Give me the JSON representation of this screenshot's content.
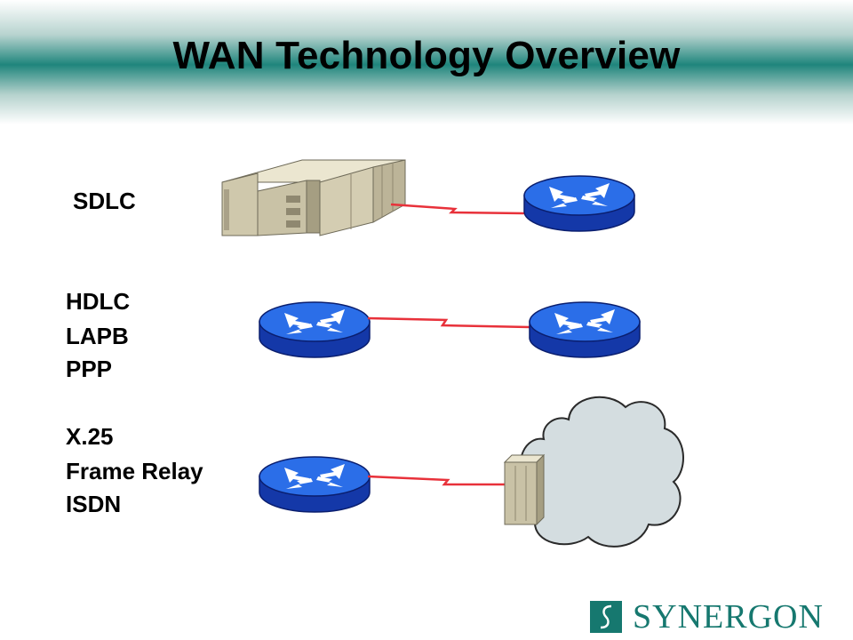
{
  "slide": {
    "title": "WAN Technology Overview"
  },
  "labels": {
    "row1": "SDLC",
    "row2": [
      "HDLC",
      "LAPB",
      "PPP"
    ],
    "row3": [
      "X.25",
      "Frame Relay",
      "ISDN"
    ]
  },
  "logo": {
    "text": "SYNERGON",
    "icon": "s-swash-icon"
  },
  "colors": {
    "header_teal": "#1f857c",
    "router_blue": "#1f63e6",
    "link_red": "#e8313a",
    "cloud_gray": "#d4dde0",
    "equipment_tan": "#c9c2a6",
    "logo_teal": "#16786f"
  },
  "icons": {
    "router": "router-icon",
    "mainframe": "mainframe-icon",
    "switch": "wan-switch-icon",
    "cloud": "network-cloud-icon"
  }
}
